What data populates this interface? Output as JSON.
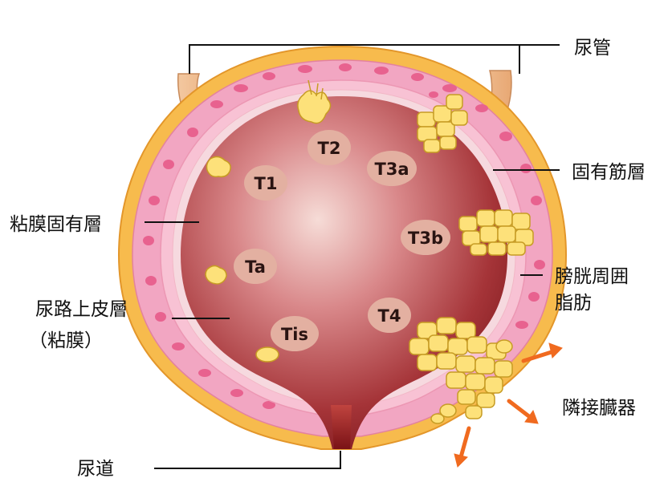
{
  "labels": {
    "ureter": "尿管",
    "muscularis_propria": "固有筋層",
    "lamina_propria": "粘膜固有層",
    "perivesical_fat_line1": "膀胱周囲",
    "perivesical_fat_line2": "脂肪",
    "urothelium_line1": "尿路上皮層",
    "urothelium_line2": "（粘膜）",
    "adjacent_organs": "隣接臓器",
    "urethra": "尿道"
  },
  "stages": {
    "t2": "T2",
    "t1": "T1",
    "t3a": "T3a",
    "t3b": "T3b",
    "ta": "Ta",
    "tis": "Tis",
    "t4": "T4"
  },
  "colors": {
    "fat_layer": "#f5b848",
    "muscle_layer": "#f3a7c3",
    "muscle_spots": "#e8628f",
    "lumen_dark": "#8e1f22",
    "lumen_light": "#f4d3cf",
    "tumor": "#fde17a",
    "stage_badge": "#e3b0a1",
    "arrow": "#f06a1f",
    "leader_line": "#111111"
  }
}
